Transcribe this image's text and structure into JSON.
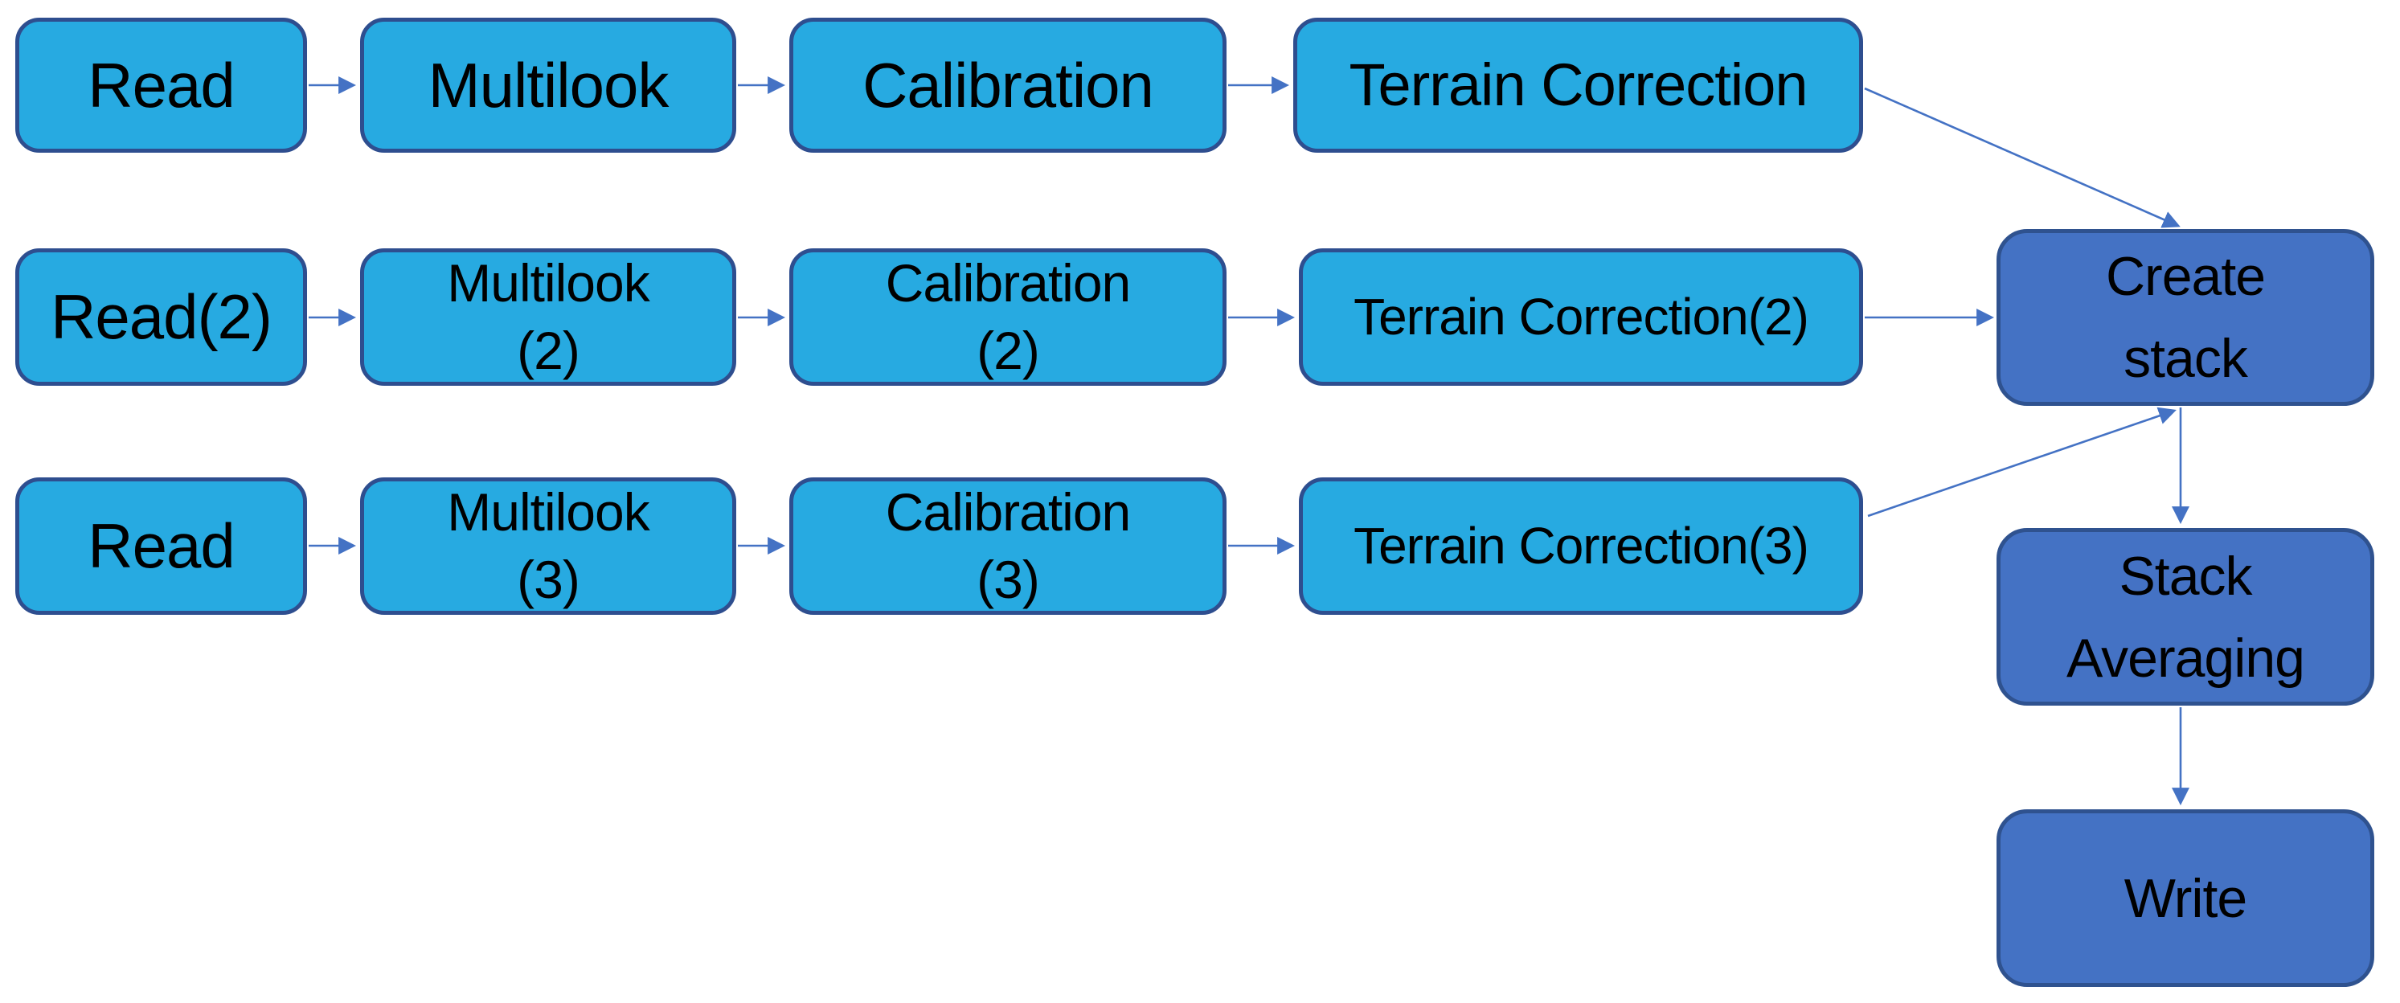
{
  "diagram": {
    "title": "SAR multi-scene processing graph: read, multilook, calibration and terrain correction chains merged by stack creation, stack averaging and write",
    "colors": {
      "process_fill": "#27AAE1",
      "process_border": "#2E4E8F",
      "stack_fill": "#4472C4",
      "stack_border": "#2F528F",
      "connector": "#4472C4",
      "text": "#000000",
      "background": "#FFFFFF"
    },
    "nodes": {
      "read1": {
        "label": "Read"
      },
      "multilook1": {
        "label": "Multilook"
      },
      "calibration1": {
        "label": "Calibration"
      },
      "terrain1": {
        "label": "Terrain Correction"
      },
      "read2": {
        "label": "Read(2)"
      },
      "multilook2": {
        "label": "Multilook\n(2)"
      },
      "calibration2": {
        "label": "Calibration\n(2)"
      },
      "terrain2": {
        "label": "Terrain Correction(2)"
      },
      "read3": {
        "label": "Read"
      },
      "multilook3": {
        "label": "Multilook\n(3)"
      },
      "calibration3": {
        "label": "Calibration\n(3)"
      },
      "terrain3": {
        "label": "Terrain Correction(3)"
      },
      "create_stack": {
        "label": "Create\nstack"
      },
      "stack_averaging": {
        "label": "Stack\nAveraging"
      },
      "write": {
        "label": "Write"
      }
    },
    "edges": [
      {
        "from": "read1",
        "to": "multilook1"
      },
      {
        "from": "multilook1",
        "to": "calibration1"
      },
      {
        "from": "calibration1",
        "to": "terrain1"
      },
      {
        "from": "terrain1",
        "to": "create_stack"
      },
      {
        "from": "read2",
        "to": "multilook2"
      },
      {
        "from": "multilook2",
        "to": "calibration2"
      },
      {
        "from": "calibration2",
        "to": "terrain2"
      },
      {
        "from": "terrain2",
        "to": "create_stack"
      },
      {
        "from": "read3",
        "to": "multilook3"
      },
      {
        "from": "multilook3",
        "to": "calibration3"
      },
      {
        "from": "calibration3",
        "to": "terrain3"
      },
      {
        "from": "terrain3",
        "to": "create_stack"
      },
      {
        "from": "create_stack",
        "to": "stack_averaging"
      },
      {
        "from": "stack_averaging",
        "to": "write"
      }
    ]
  }
}
